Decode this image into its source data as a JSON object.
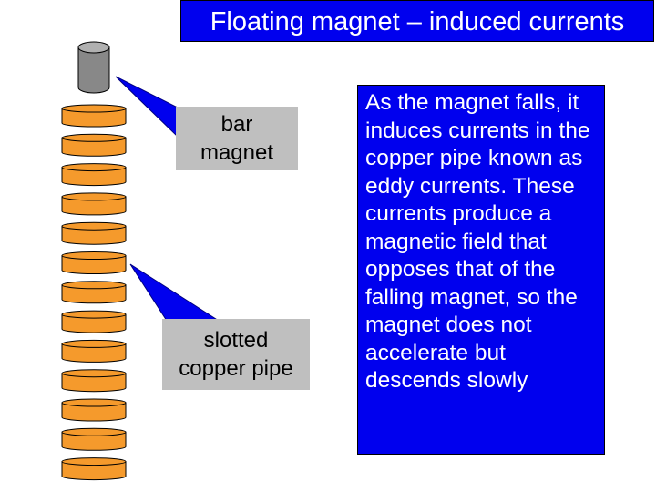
{
  "title": "Floating magnet – induced currents",
  "labels": {
    "bar_magnet": "bar\nmagnet",
    "copper_pipe": "slotted\ncopper pipe"
  },
  "explanation": "As the magnet falls, it induces currents in the copper pipe known as eddy currents. These currents produce a magnetic field that opposes that of the falling magnet, so the magnet does not accelerate but descends slowly",
  "colors": {
    "title_bg": "#0000ee",
    "text_box_bg": "#0000ee",
    "callout_bg": "#bfbfbf",
    "callout_pointer": "#0000ee",
    "ring_fill": "#f59a2c",
    "magnet_fill": "#888888"
  },
  "diagram": {
    "ring_count": 13
  }
}
